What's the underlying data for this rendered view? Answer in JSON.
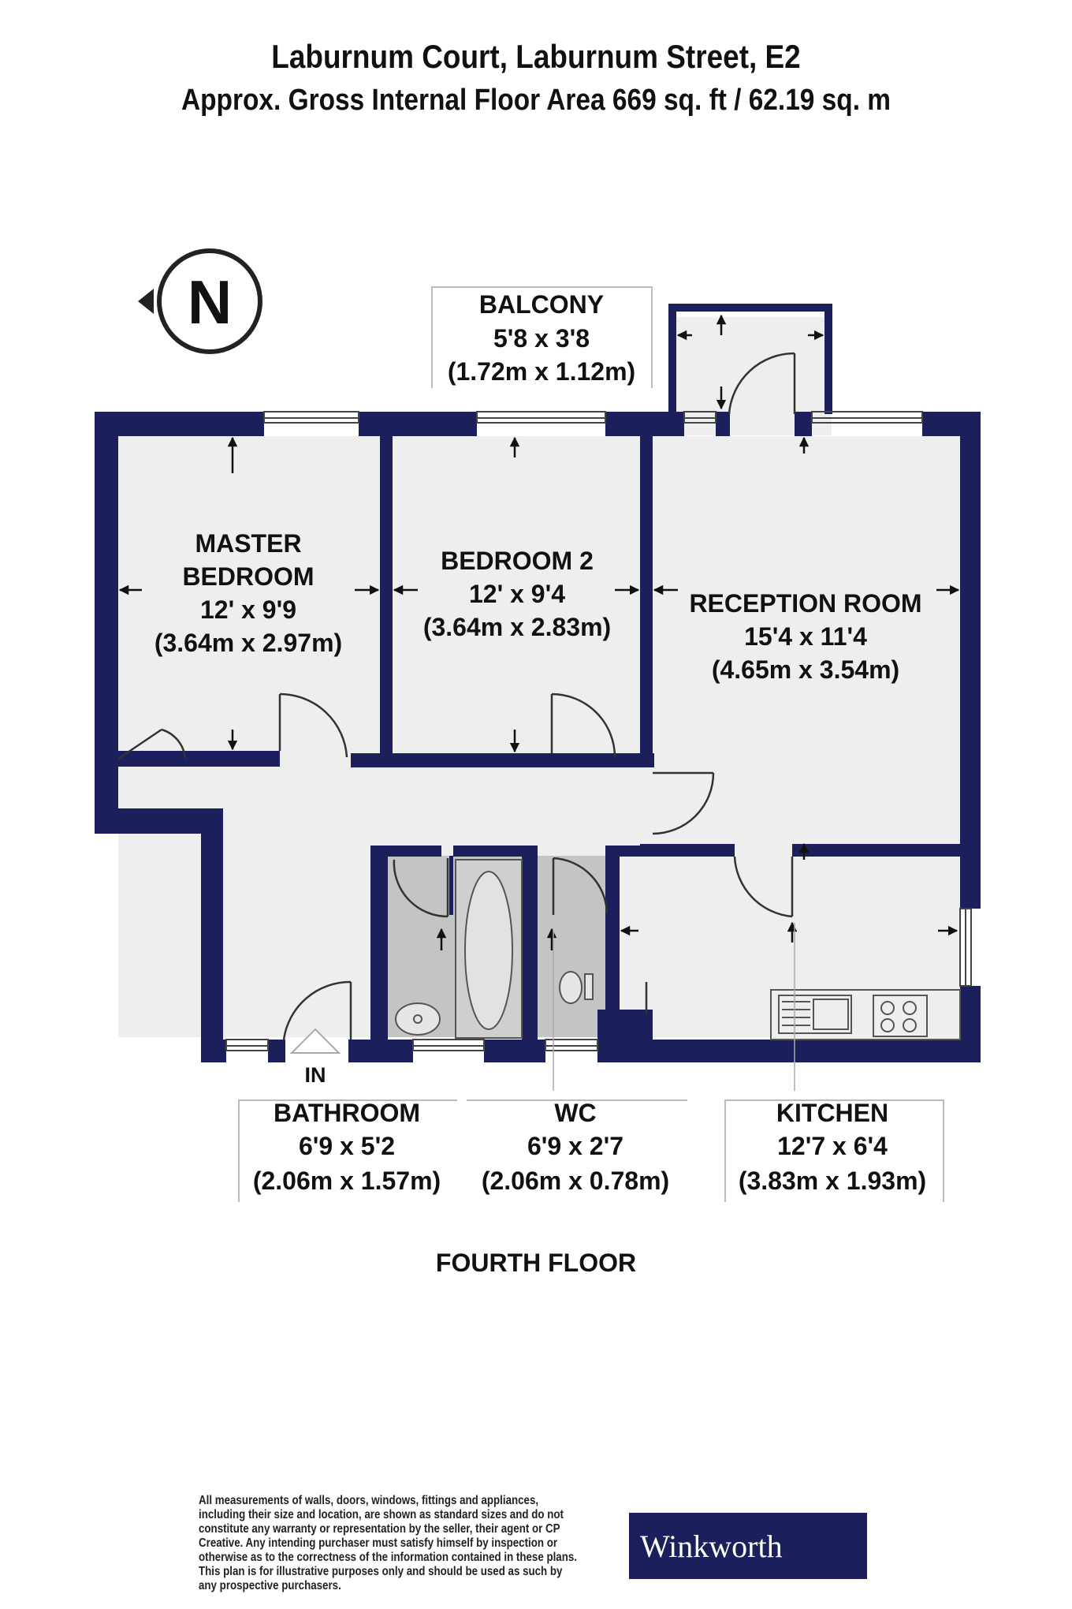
{
  "header": {
    "address": "Laburnum Court, Laburnum Street, E2",
    "area": "Approx. Gross Internal Floor Area 669 sq. ft / 62.19 sq. m"
  },
  "compass": {
    "letter": "N",
    "icon": "north-arrow-icon"
  },
  "rooms": {
    "balcony": {
      "name": "BALCONY",
      "imperial": "5'8 x 3'8",
      "metric": "(1.72m x 1.12m)"
    },
    "master": {
      "name1": "MASTER",
      "name2": "BEDROOM",
      "imperial": "12' x 9'9",
      "metric": "(3.64m x 2.97m)"
    },
    "bedroom2": {
      "name": "BEDROOM 2",
      "imperial": "12' x 9'4",
      "metric": "(3.64m x 2.83m)"
    },
    "reception": {
      "name": "RECEPTION ROOM",
      "imperial": "15'4 x 11'4",
      "metric": "(4.65m x 3.54m)"
    },
    "bathroom": {
      "name": "BATHROOM",
      "imperial": "6'9 x 5'2",
      "metric": "(2.06m x 1.57m)"
    },
    "wc": {
      "name": "WC",
      "imperial": "6'9 x 2'7",
      "metric": "(2.06m x 0.78m)"
    },
    "kitchen": {
      "name": "KITCHEN",
      "imperial": "12'7 x 6'4",
      "metric": "(3.83m x 1.93m)"
    }
  },
  "entrance": "IN",
  "floor": "FOURTH FLOOR",
  "disclaimer": "All measurements of walls, doors, windows, fittings and appliances, including their size and location, are shown as standard sizes and do not constitute any warranty or representation by the seller, their agent or CP Creative. Any intending purchaser must satisfy himself by inspection or otherwise as to the correctness of the information contained in these plans. This plan is for illustrative purposes only and should be used as such by any prospective purchasers.",
  "brand": {
    "name": "Winkworth",
    "color": "#1b1f5c"
  },
  "colors": {
    "wall": "#1b1f5c",
    "floor": "#eeeeee",
    "wet_room": "#c4c4c4"
  }
}
